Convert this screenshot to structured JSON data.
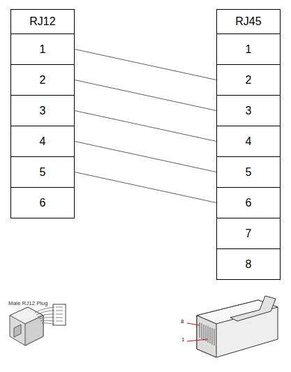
{
  "diagram": {
    "nodes": [
      {
        "text": [
          "RJ12"
        ]
      },
      {
        "text": [
          "1"
        ]
      },
      {
        "text": [
          "2"
        ]
      },
      {
        "text": [
          "3"
        ]
      },
      {
        "text": [
          "4"
        ]
      },
      {
        "text": [
          "5"
        ]
      },
      {
        "text": [
          "6"
        ]
      },
      {
        "text": [
          "RJ45"
        ]
      },
      {
        "text": [
          "1"
        ]
      },
      {
        "text": [
          "2"
        ]
      },
      {
        "text": [
          "3"
        ]
      },
      {
        "text": [
          "4"
        ]
      },
      {
        "text": [
          "5"
        ]
      },
      {
        "text": [
          "6"
        ]
      },
      {
        "text": [
          "7"
        ]
      },
      {
        "text": [
          "8"
        ]
      }
    ],
    "edges": [
      {
        "from": 1,
        "to": 9,
        "arrow": "none"
      },
      {
        "from": 2,
        "to": 10,
        "arrow": "none"
      },
      {
        "from": 3,
        "to": 11,
        "arrow": "none"
      },
      {
        "from": 4,
        "to": 12,
        "arrow": "none"
      },
      {
        "from": 5,
        "to": 13,
        "arrow": "none"
      }
    ],
    "labels": [
      "Male RJ12 Plug",
      "8",
      "1"
    ]
  }
}
